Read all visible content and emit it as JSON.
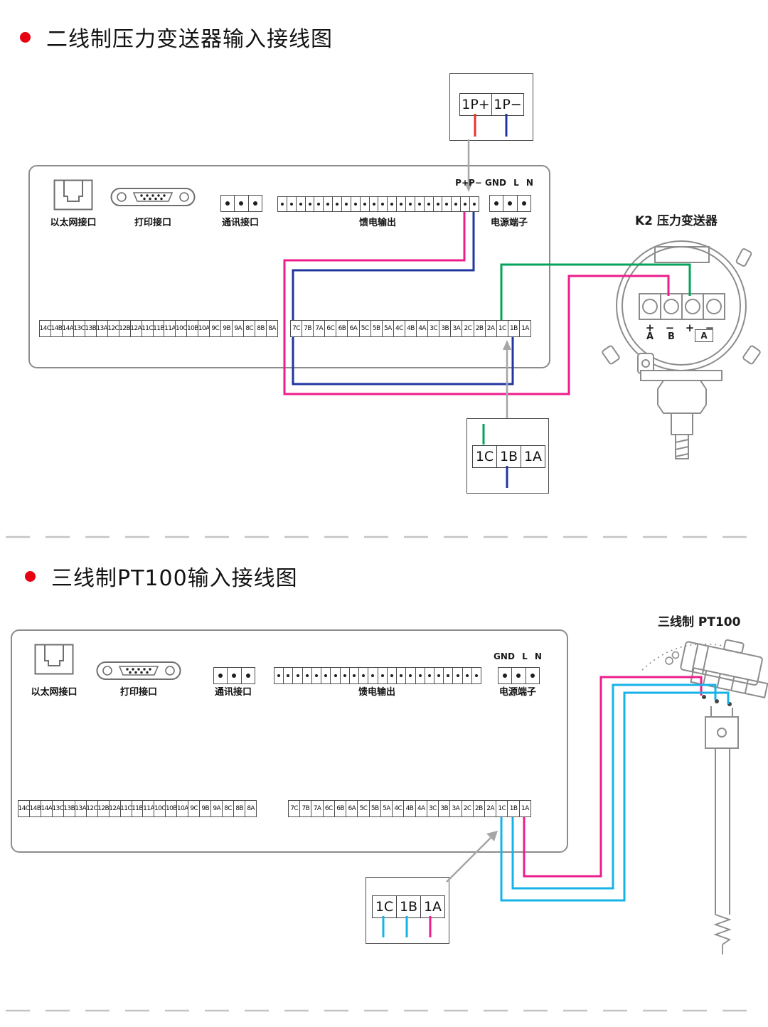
{
  "colors": {
    "accent_red": "#e60012",
    "wire_pink": "#ec1e8c",
    "wire_red": "#e8332a",
    "wire_blue": "#20369f",
    "wire_green": "#00a45a",
    "wire_cyan": "#17b3e8",
    "arrow_gray": "#a6a6a6",
    "outline_gray": "#8c8c8c"
  },
  "section1": {
    "title": "二线制压力变送器输入接线图",
    "source_box": {
      "cells": [
        "1P+",
        "1P−"
      ]
    },
    "panel": {
      "ethernet_label": "以太网接口",
      "printer_label": "打印接口",
      "comm_label": "通讯接口",
      "feed_label": "馈电输出",
      "power_label": "电源端子",
      "feed_header": "P+P−",
      "power_header": "GND L N"
    },
    "strip_left": [
      "14C",
      "14B",
      "14A",
      "13C",
      "13B",
      "13A",
      "12C",
      "12B",
      "12A",
      "11C",
      "11B",
      "11A",
      "10C",
      "10B",
      "10A",
      "9C",
      "9B",
      "9A",
      "8C",
      "8B",
      "8A"
    ],
    "strip_right": [
      "7C",
      "7B",
      "7A",
      "6C",
      "6B",
      "6A",
      "5C",
      "5B",
      "5A",
      "4C",
      "4B",
      "4A",
      "3C",
      "3B",
      "3A",
      "2C",
      "2B",
      "2A",
      "1C",
      "1B",
      "1A"
    ],
    "transmitter": {
      "label": "K2  压力变送器",
      "polarity": [
        "+",
        "−",
        "+",
        "−"
      ],
      "ab_labels": [
        "A",
        "B"
      ],
      "boxed_a": "A"
    },
    "input_box": {
      "cells": [
        "1C",
        "1B",
        "1A"
      ]
    }
  },
  "section2": {
    "title": "三线制PT100输入接线图",
    "sensor_label": "三线制  PT100",
    "panel": {
      "ethernet_label": "以太网接口",
      "printer_label": "打印接口",
      "comm_label": "通讯接口",
      "feed_label": "馈电输出",
      "power_label": "电源端子",
      "power_header": "GND L N"
    },
    "strip_left": [
      "14C",
      "14B",
      "14A",
      "13C",
      "13B",
      "13A",
      "12C",
      "12B",
      "12A",
      "11C",
      "11B",
      "11A",
      "10C",
      "10B",
      "10A",
      "9C",
      "9B",
      "9A",
      "8C",
      "8B",
      "8A"
    ],
    "strip_right": [
      "7C",
      "7B",
      "7A",
      "6C",
      "6B",
      "6A",
      "5C",
      "5B",
      "5A",
      "4C",
      "4B",
      "4A",
      "3C",
      "3B",
      "3A",
      "2C",
      "2B",
      "2A",
      "1C",
      "1B",
      "1A"
    ],
    "input_box": {
      "cells": [
        "1C",
        "1B",
        "1A"
      ]
    }
  }
}
